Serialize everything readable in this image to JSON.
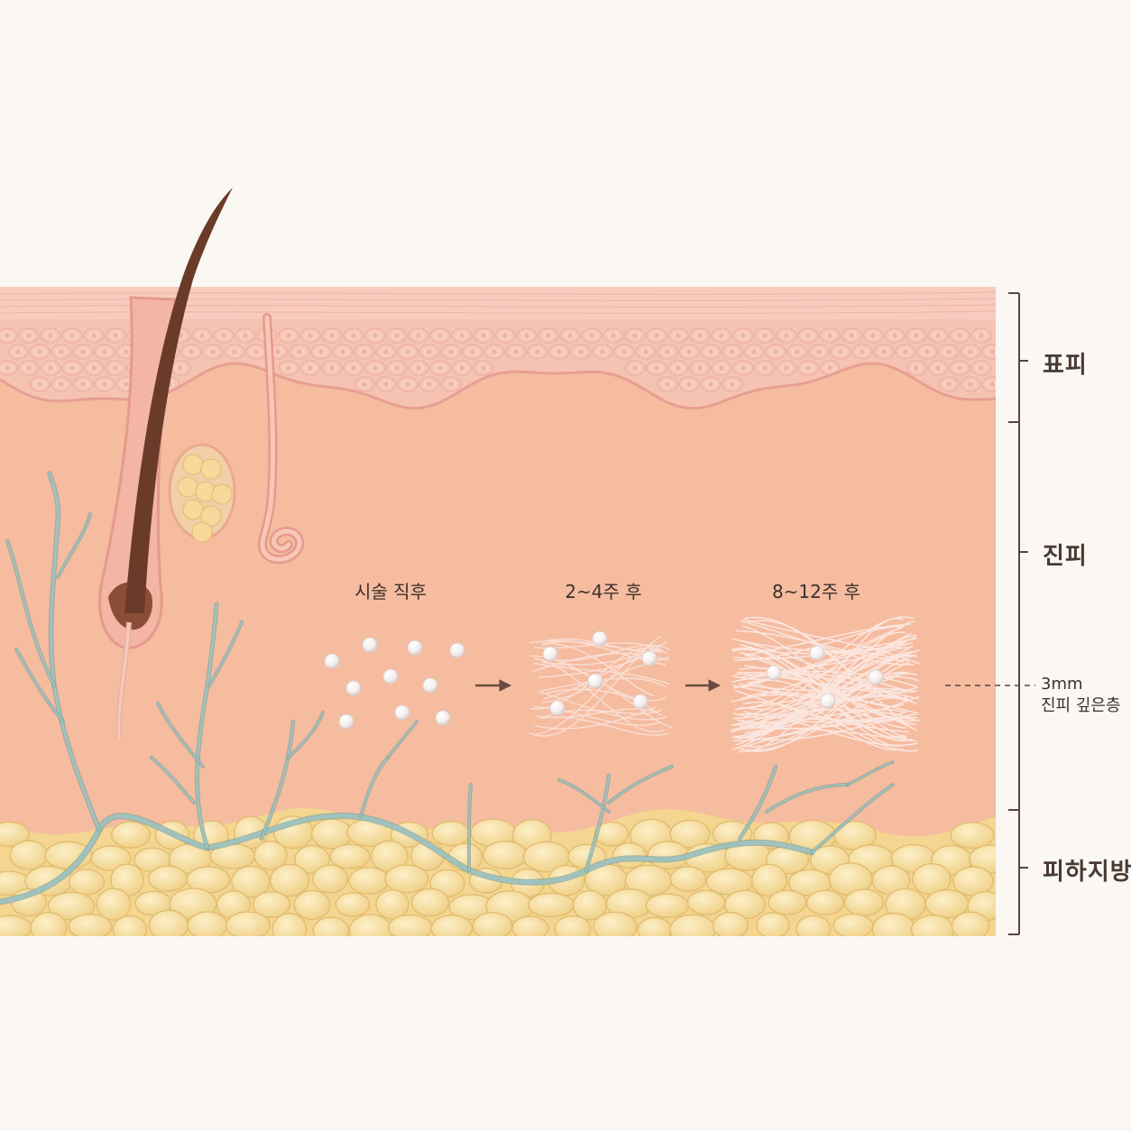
{
  "layers": [
    {
      "id": "epidermis",
      "label": "표피"
    },
    {
      "id": "dermis",
      "label": "진피"
    },
    {
      "id": "subcutaneous",
      "label": "피하지방"
    }
  ],
  "stages": [
    {
      "label": "시술 직후"
    },
    {
      "label": "2~4주 후"
    },
    {
      "label": "8~12주 후"
    }
  ],
  "depth_marker": {
    "value": "3mm",
    "description": "진피 깊은층"
  },
  "colors": {
    "background": "#fbf8f3",
    "epidermis": "#f6c3b3",
    "epidermis_cells": "#f9d2c4",
    "dermis": "#f5bca0",
    "fat": "#f7dc9a",
    "vessel": "#8fb3b0",
    "hair": "#6b3b2a",
    "bracket": "#5a4540",
    "particle": "#ffffff",
    "collagen": "#fbe3dc"
  }
}
